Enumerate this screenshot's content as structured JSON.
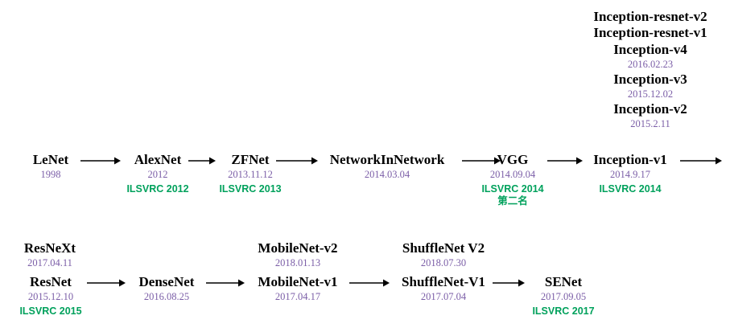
{
  "diagram": {
    "title": "CNN architecture evolution timeline",
    "background": "#ffffff",
    "colors": {
      "name": "#000000",
      "date": "#7b5ea7",
      "award": "#00a15c",
      "arrow": "#000000"
    }
  },
  "row1": {
    "nodes": [
      {
        "name": "LeNet",
        "date": "1998",
        "award": "",
        "award_sub": ""
      },
      {
        "name": "AlexNet",
        "date": "2012",
        "award": "ILSVRC 2012",
        "award_sub": ""
      },
      {
        "name": "ZFNet",
        "date": "2013.11.12",
        "award": "ILSVRC 2013",
        "award_sub": ""
      },
      {
        "name": "NetworkInNetwork",
        "date": "2014.03.04",
        "award": "",
        "award_sub": ""
      },
      {
        "name": "VGG",
        "date": "2014.09.04",
        "award": "ILSVRC 2014",
        "award_sub": "第二名"
      },
      {
        "name": "Inception-v1",
        "date": "2014.9.17",
        "award": "ILSVRC 2014",
        "award_sub": ""
      }
    ]
  },
  "inception_stack": [
    {
      "name": "Inception-resnet-v2",
      "date": ""
    },
    {
      "name": "Inception-resnet-v1",
      "date": ""
    },
    {
      "name": "Inception-v4",
      "date": "2016.02.23"
    },
    {
      "name": "Inception-v3",
      "date": "2015.12.02"
    },
    {
      "name": "Inception-v2",
      "date": "2015.2.11"
    }
  ],
  "row2": {
    "nodes": [
      {
        "name": "ResNet",
        "date": "2015.12.10",
        "award": "ILSVRC 2015",
        "above_name": "ResNeXt",
        "above_date": "2017.04.11"
      },
      {
        "name": "DenseNet",
        "date": "2016.08.25",
        "award": "",
        "above_name": "",
        "above_date": ""
      },
      {
        "name": "MobileNet-v1",
        "date": "2017.04.17",
        "award": "",
        "above_name": "MobileNet-v2",
        "above_date": "2018.01.13"
      },
      {
        "name": "ShuffleNet-V1",
        "date": "2017.07.04",
        "award": "",
        "above_name": "ShuffleNet V2",
        "above_date": "2018.07.30"
      },
      {
        "name": "SENet",
        "date": "2017.09.05",
        "award": "ILSVRC 2017",
        "above_name": "",
        "above_date": ""
      }
    ]
  },
  "arrows": {
    "count_row1": 6,
    "count_row2": 4,
    "glyph": "arrow-right"
  }
}
